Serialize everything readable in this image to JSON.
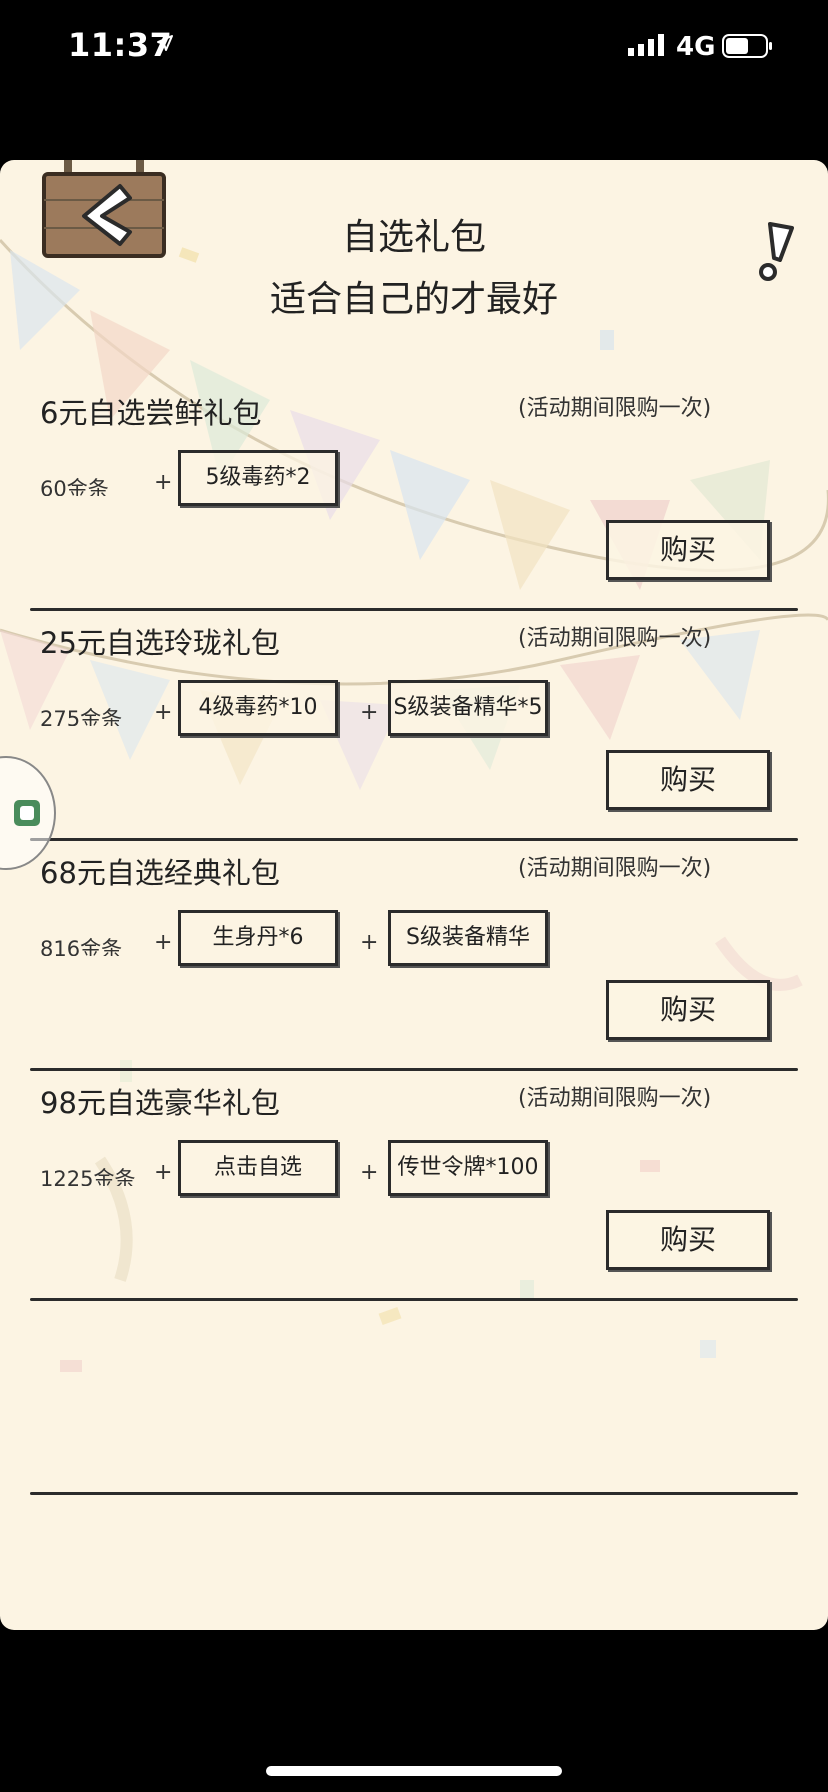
{
  "status_bar": {
    "time": "11:37",
    "network": "4G",
    "icons": [
      "location-arrow-icon",
      "signal-icon",
      "battery-icon"
    ]
  },
  "header": {
    "title": "自选礼包",
    "subtitle": "适合自己的才最好",
    "back_icon": "back-arrow-sign-icon",
    "alert_icon": "exclamation-icon"
  },
  "packs": [
    {
      "name": "6元自选尝鲜礼包",
      "limit": "(活动期间限购一次)",
      "ingots": "60金条",
      "items": [
        "5级毒药*2"
      ],
      "buy_label": "购买"
    },
    {
      "name": "25元自选玲珑礼包",
      "limit": "(活动期间限购一次)",
      "ingots": "275金条",
      "items": [
        "4级毒药*10",
        "S级装备精华*5"
      ],
      "buy_label": "购买"
    },
    {
      "name": "68元自选经典礼包",
      "limit": "(活动期间限购一次)",
      "ingots": "816金条",
      "items": [
        "生身丹*6",
        "S级装备精华"
      ],
      "buy_label": "购买"
    },
    {
      "name": "98元自选豪华礼包",
      "limit": "(活动期间限购一次)",
      "ingots": "1225金条",
      "items": [
        "点击自选",
        "传世令牌*100"
      ],
      "buy_label": "购买"
    }
  ],
  "colors": {
    "panel_bg": "#fcf4e3",
    "ink": "#2b2b2b",
    "screen_bg": "#000000"
  }
}
